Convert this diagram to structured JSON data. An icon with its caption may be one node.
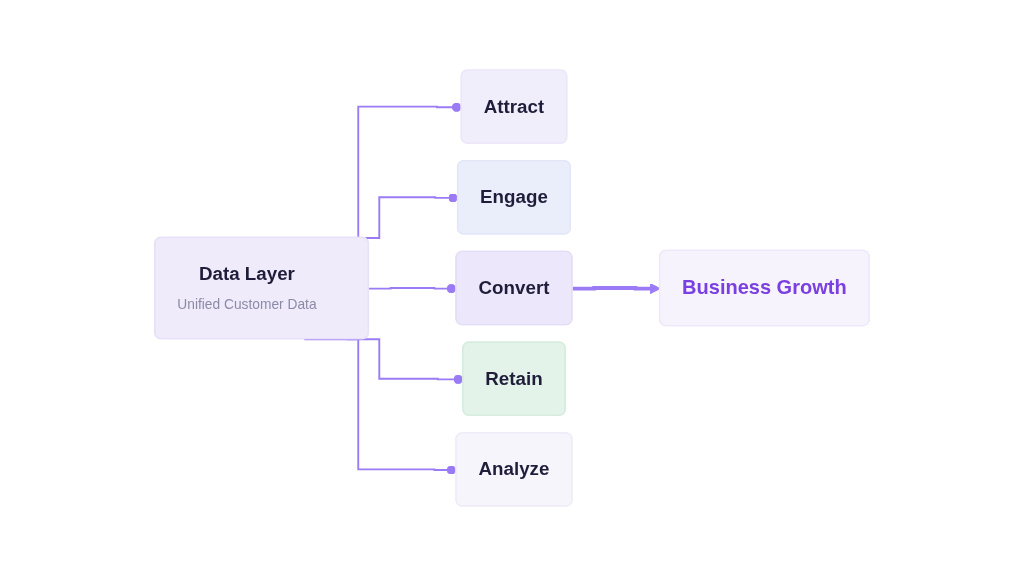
{
  "diagram": {
    "nodes": [
      {
        "text": [
          "Data Layer",
          "Unified Customer Data"
        ]
      },
      {
        "text": [
          "Attract"
        ]
      },
      {
        "text": [
          "Engage"
        ]
      },
      {
        "text": [
          "Convert"
        ]
      },
      {
        "text": [
          "Retain"
        ]
      },
      {
        "text": [
          "Analyze"
        ]
      },
      {
        "text": [
          "Business Growth"
        ]
      }
    ],
    "edges": [
      {
        "from": 0,
        "to": 1,
        "arrow": "other"
      },
      {
        "from": 0,
        "to": 2,
        "arrow": "other"
      },
      {
        "from": 0,
        "to": 3,
        "arrow": "other"
      },
      {
        "from": 0,
        "to": 4,
        "arrow": "other"
      },
      {
        "from": 0,
        "to": 5,
        "arrow": "other"
      },
      {
        "from": 3,
        "to": 6,
        "arrow": "to",
        "style": "thick"
      }
    ]
  }
}
